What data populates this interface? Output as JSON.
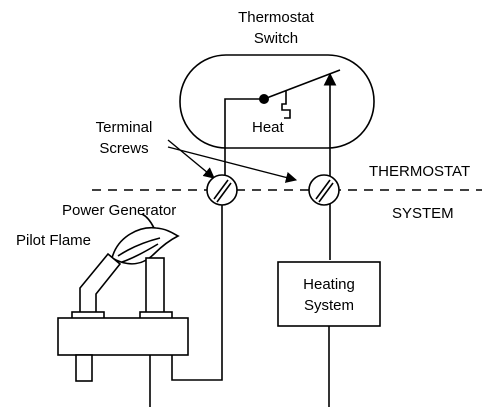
{
  "labels": {
    "thermostat_switch_line1": "Thermostat",
    "thermostat_switch_line2": "Switch",
    "heat": "Heat",
    "terminal_screws_line1": "Terminal",
    "terminal_screws_line2": "Screws",
    "thermostat": "THERMOSTAT",
    "system": "SYSTEM",
    "power_generator": "Power Generator",
    "pilot_flame": "Pilot Flame",
    "heating_system_line1": "Heating",
    "heating_system_line2": "System"
  },
  "colors": {
    "stroke": "#000000",
    "background": "#ffffff"
  }
}
